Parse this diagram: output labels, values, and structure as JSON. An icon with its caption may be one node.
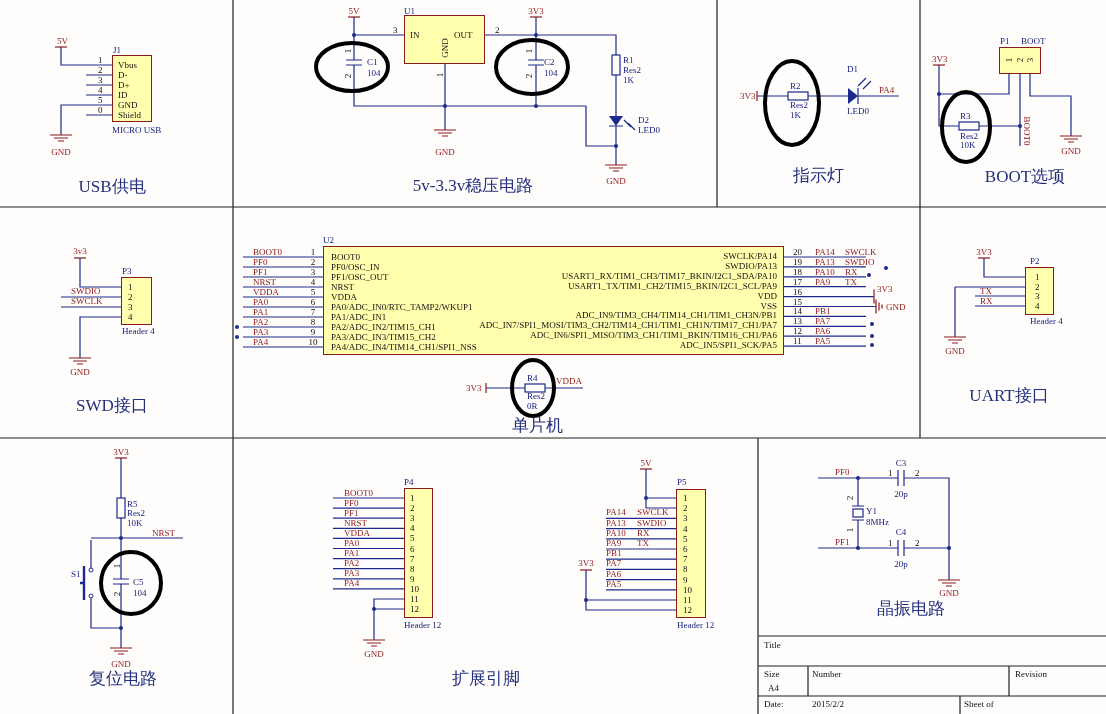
{
  "diagram": {
    "nodes": [
      {
        "text": [
          "Vbus",
          "D-",
          "D+",
          "ID",
          "GND",
          "Shield"
        ]
      },
      {
        "text": [
          "IN",
          "OUT",
          "GND"
        ]
      },
      {
        "text": [
          "1",
          "2",
          "3"
        ]
      },
      {
        "text": [
          "1",
          "2",
          "3",
          "4"
        ]
      },
      {
        "text": [
          "BOOT0",
          "PF0/OSC_IN",
          "PF1/OSC_OUT",
          "NRST",
          "VDDA",
          "PA0/ADC_IN0/RTC_TAMP2/WKUP1",
          "PA1/ADC_IN1",
          "PA2/ADC_IN2/TIM15_CH1",
          "PA3/ADC_IN3/TIM15_CH2",
          "PA4/ADC_IN4/TIM14_CH1/SPI1_NSS",
          "SWCLK/PA14",
          "SWDIO/PA13",
          "USART1_RX/TIM1_CH3/TIM17_BKIN/I2C1_SDA/PA10",
          "USART1_TX/TIM1_CH2/TIM15_BKIN/I2C1_SCL/PA9",
          "VDD",
          "VSS",
          "ADC_IN9/TIM3_CH4/TIM14_CH1/TIM1_CH3N/PB1",
          "ADC_IN7/SPI1_MOSI/TIM3_CH2/TIM14_CH1/TIM1_CH1N/TIM17_CH1/PA7",
          "ADC_IN6/SPI1_MISO/TIM3_CH1/TIM1_BKIN/TIM16_CH1/PA6",
          "ADC_IN5/SPI1_SCK/PA5"
        ]
      },
      {
        "text": [
          "1",
          "2",
          "3",
          "4"
        ]
      },
      {
        "text": [
          "1",
          "2",
          "3",
          "4",
          "5",
          "6",
          "7",
          "8",
          "9",
          "10",
          "11",
          "12"
        ]
      },
      {
        "text": [
          "1",
          "2",
          "3",
          "4",
          "5",
          "6",
          "7",
          "8",
          "9",
          "10",
          "11",
          "12"
        ]
      }
    ],
    "labels": [
      "5V",
      "J1",
      "1",
      "2",
      "3",
      "4",
      "5",
      "0",
      "MICRO USB",
      "GND",
      "USB供电",
      "5V",
      "U1",
      "3",
      "2",
      "3V3",
      "1",
      "C1",
      "2",
      "104",
      "1",
      "1",
      "C2",
      "2",
      "104",
      "R1",
      "Res2",
      "1K",
      "D2",
      "LED0",
      "GND",
      "GND",
      "5v-3.3v稳压电路",
      "D1",
      "3V3",
      "R2",
      "PA4",
      "Res2",
      "LED0",
      "1K",
      "指示灯",
      "P1",
      "BOOT",
      "3V3",
      "R3",
      "BOOT0",
      "Res2",
      "10K",
      "GND",
      "BOOT选项",
      "3v3",
      "P3",
      "SWDIO",
      "SWCLK",
      "Header 4",
      "GND",
      "SWD接口",
      "U2",
      "BOOT0",
      "1",
      "PF0",
      "2",
      "PF1",
      "3",
      "NRST",
      "4",
      "VDDA",
      "5",
      "PA0",
      "6",
      "PA1",
      "7",
      "PA2",
      "8",
      "PA3",
      "9",
      "PA4",
      "10",
      "20",
      "PA14",
      "SWCLK",
      "19",
      "PA13",
      "SWDIO",
      "18",
      "PA10",
      "RX",
      "17",
      "PA9",
      "TX",
      "16",
      "3V3",
      "15",
      "GND",
      "14",
      "PB1",
      "13",
      "PA7",
      "12",
      "PA6",
      "11",
      "PA5",
      "3V3",
      "R4",
      "VDDA",
      "Res2",
      "0R",
      "单片机",
      "3V3",
      "P2",
      "TX",
      "RX",
      "Header 4",
      "GND",
      "UART接口",
      "3V3",
      "R5",
      "Res2",
      "10K",
      "NRST",
      "S1",
      "1",
      "C5",
      "2",
      "104",
      "GND",
      "复位电路",
      "P4",
      "BOOT0",
      "PF0",
      "PF1",
      "NRST",
      "VDDA",
      "PA0",
      "PA1",
      "PA2",
      "PA3",
      "PA4",
      "Header 12",
      "GND",
      "扩展引脚",
      "5V",
      "P5",
      "PA14",
      "SWCLK",
      "PA13",
      "SWDIO",
      "PA10",
      "RX",
      "PA9",
      "TX",
      "PB1",
      "3V3",
      "PA7",
      "PA6",
      "PA5",
      "Header 12",
      "C3",
      "PF0",
      "1",
      "2",
      "20p",
      "2",
      "Y1",
      "8MHz",
      "1",
      "C4",
      "PF1",
      "1",
      "2",
      "20p",
      "GND",
      "晶振电路",
      "Title",
      "Size",
      "Number",
      "Revision",
      "A4",
      "Date:",
      "2015/2/2",
      "Sheet of"
    ]
  }
}
